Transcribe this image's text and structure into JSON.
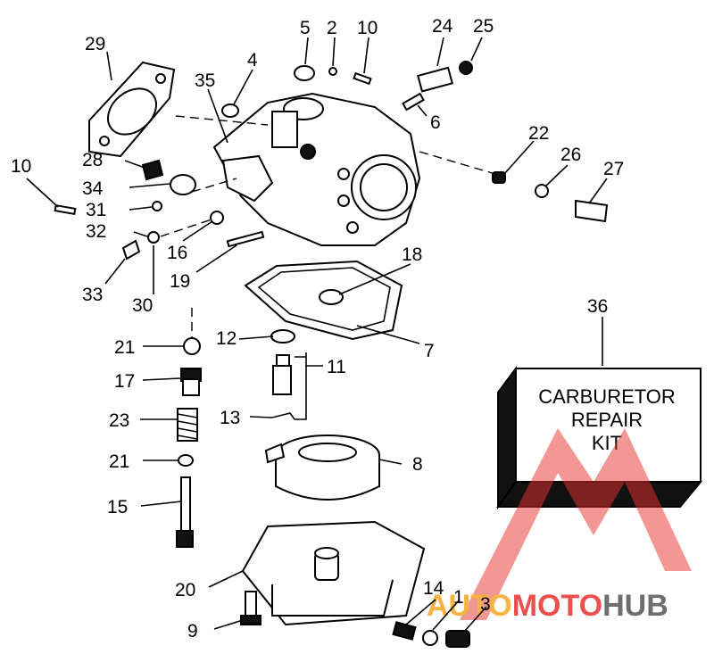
{
  "callouts": [
    "29",
    "5",
    "2",
    "10",
    "24",
    "25",
    "4",
    "35",
    "6",
    "22",
    "26",
    "27",
    "10",
    "28",
    "34",
    "31",
    "32",
    "16",
    "33",
    "19",
    "30",
    "18",
    "36",
    "21",
    "12",
    "11",
    "7",
    "17",
    "23",
    "13",
    "21",
    "8",
    "15",
    "20",
    "14",
    "1",
    "3",
    "9"
  ],
  "repair_kit": {
    "line1": "CARBURETOR",
    "line2": "REPAIR",
    "line3": "KIT"
  },
  "watermark": {
    "part1": "AUTO",
    "part2": "MOTO",
    "part3": "HUB"
  },
  "colors": {
    "ink": "#000000",
    "watermark_red": "#e8322f",
    "watermark_orange": "#f5a623",
    "watermark_grey": "#555555"
  }
}
